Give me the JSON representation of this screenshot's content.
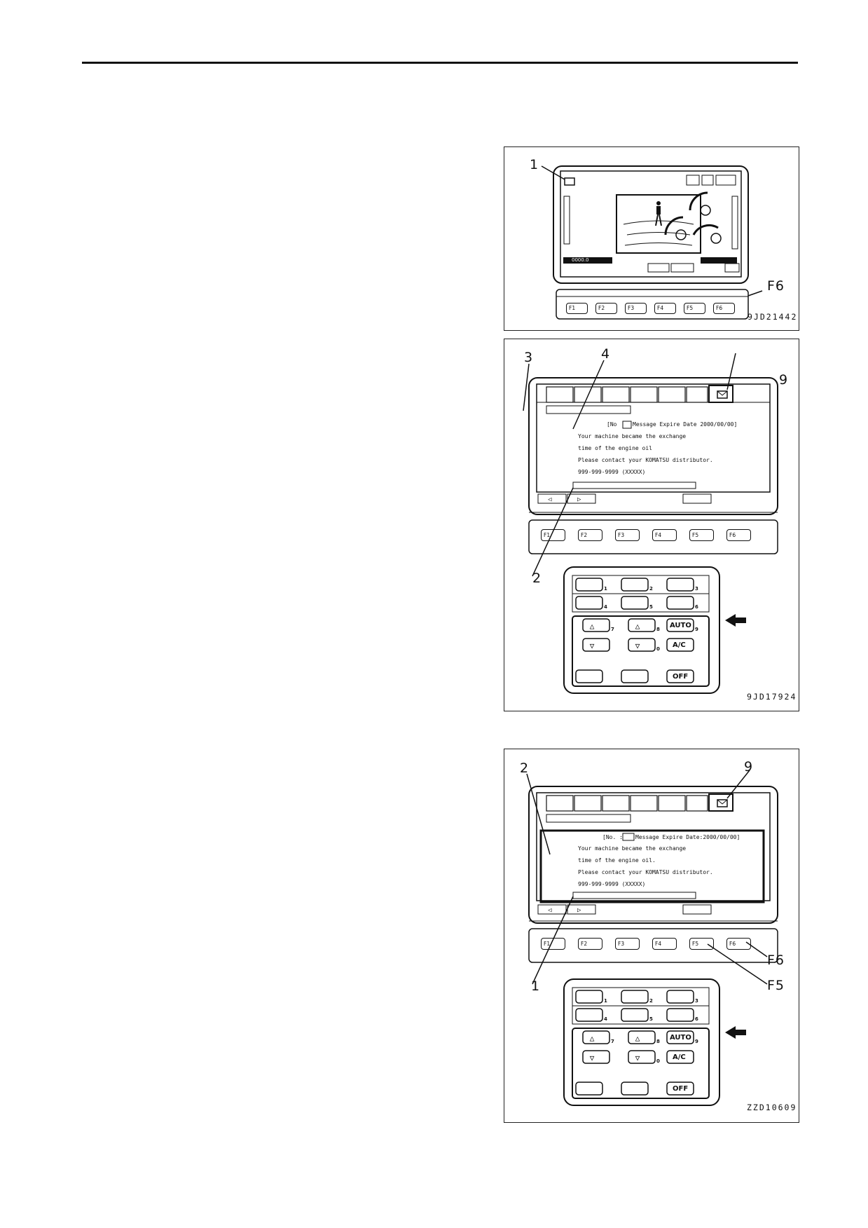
{
  "figures": [
    {
      "code": "9JD21442",
      "callouts": [
        "1",
        "F6"
      ],
      "fkeys": [
        "F1",
        "F2",
        "F3",
        "F4",
        "F5",
        "F6"
      ],
      "lcd": {
        "hours": "0000.0",
        "gauge_icon": "speed-gauge-icon"
      }
    },
    {
      "code": "9JD17924",
      "callouts": [
        "3",
        "4",
        "9",
        "2"
      ],
      "fkeys": [
        "F1",
        "F2",
        "F3",
        "F4",
        "F5",
        "F6"
      ],
      "header": "[No ",
      "header_rest": "Message Expire Date 2000/00/00]",
      "lines": [
        "Your machine became the exchange",
        "time of the engine oil",
        "Please contact your KOMATSU distributor.",
        "999-999-9999 (XXXXX)"
      ],
      "panel_keys": [
        "AUTO",
        "A/C",
        "OFF"
      ],
      "panel_numbers": [
        "1",
        "2",
        "3",
        "4",
        "5",
        "6",
        "7",
        "8",
        "9",
        "0"
      ]
    },
    {
      "code": "ZZD10609",
      "callouts": [
        "2",
        "9",
        "1",
        "F6",
        "F5"
      ],
      "fkeys": [
        "F1",
        "F2",
        "F3",
        "F4",
        "F5",
        "F6"
      ],
      "header": "[No. :",
      "header_rest": "Message Expire Date:2000/00/00]",
      "lines": [
        "Your machine became the exchange",
        "time of the engine oil.",
        "Please contact your KOMATSU distributor.",
        "999-999-9999 (XXXXX)"
      ],
      "panel_keys": [
        "AUTO",
        "A/C",
        "OFF"
      ],
      "panel_numbers": [
        "1",
        "2",
        "3",
        "4",
        "5",
        "6",
        "7",
        "8",
        "9",
        "0"
      ]
    }
  ]
}
